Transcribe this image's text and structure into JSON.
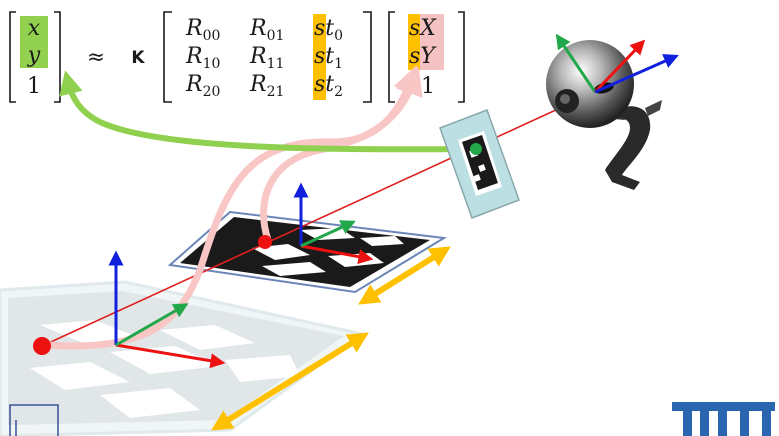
{
  "equation": {
    "image_vector": [
      "x",
      "y",
      "1"
    ],
    "approx_symbol": "≈",
    "intrinsics_symbol": "K",
    "matrix_rows": [
      [
        {
          "base": "R",
          "sub": "00"
        },
        {
          "base": "R",
          "sub": "01"
        },
        {
          "base": "st",
          "sub": "0"
        }
      ],
      [
        {
          "base": "R",
          "sub": "10"
        },
        {
          "base": "R",
          "sub": "11"
        },
        {
          "base": "st",
          "sub": "1"
        }
      ],
      [
        {
          "base": "R",
          "sub": "20"
        },
        {
          "base": "R",
          "sub": "21"
        },
        {
          "base": "st",
          "sub": "2"
        }
      ]
    ],
    "world_vector": [
      {
        "prefix": "s",
        "var": "X"
      },
      {
        "prefix": "s",
        "var": "Y"
      },
      {
        "prefix": "",
        "var": "1"
      }
    ]
  },
  "colors": {
    "green_highlight": "#92d050",
    "orange_highlight": "#ffc000",
    "pink_highlight": "#f4c2c2",
    "green_arrow": "#8fd14f",
    "pink_arrow": "#f9c6c6",
    "ray": "#e02020",
    "axis_red": "#ee1111",
    "axis_green": "#22a84a",
    "axis_blue": "#1020dd",
    "marker_outline": "#6a86b8",
    "marker_body": "#1a1a1a",
    "image_plane": "#bcdfe3",
    "scale_arrow": "#ffc000",
    "logo": "#2a66b0"
  },
  "logo_text": "TUM",
  "icons": {
    "camera": "webcam-icon",
    "image_plane": "image-plane-icon",
    "world_point": "red-dot-icon",
    "image_point": "green-dot-icon"
  }
}
